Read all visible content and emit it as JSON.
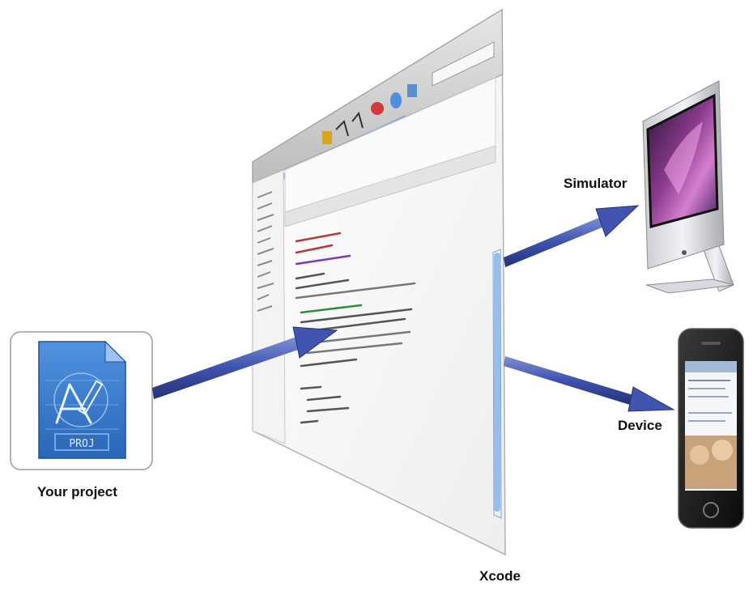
{
  "labels": {
    "project": "Your project",
    "xcode": "Xcode",
    "simulator": "Simulator",
    "device": "Device"
  },
  "icon_text": {
    "proj": "PROJ"
  },
  "colors": {
    "arrow_fill": "#4a5fb5",
    "arrow_dark": "#2c3a86",
    "project_icon": "#3a7fd0",
    "window_chrome": "#dcdcdc",
    "scrollbar": "#8fb7e8"
  },
  "icons": {
    "project": "xcode-project-file-icon",
    "simulator": "imac-computer-icon",
    "device": "iphone-device-icon"
  }
}
